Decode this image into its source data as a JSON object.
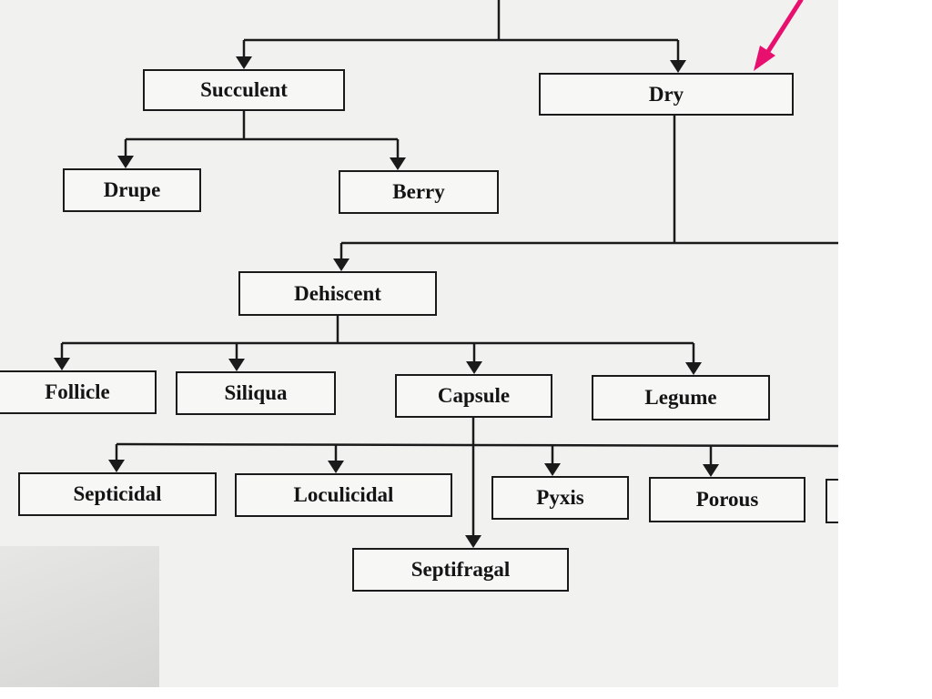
{
  "diagram": {
    "nodes": [
      {
        "id": "succulent",
        "label": "Succulent"
      },
      {
        "id": "dry",
        "label": "Dry"
      },
      {
        "id": "drupe",
        "label": "Drupe"
      },
      {
        "id": "berry",
        "label": "Berry"
      },
      {
        "id": "dehiscent",
        "label": "Dehiscent"
      },
      {
        "id": "follicle",
        "label": "Follicle"
      },
      {
        "id": "siliqua",
        "label": "Siliqua"
      },
      {
        "id": "capsule",
        "label": "Capsule"
      },
      {
        "id": "legume",
        "label": "Legume"
      },
      {
        "id": "septicidal",
        "label": "Septicidal"
      },
      {
        "id": "loculicidal",
        "label": "Loculicidal"
      },
      {
        "id": "pyxis",
        "label": "Pyxis"
      },
      {
        "id": "porous",
        "label": "Porous"
      },
      {
        "id": "septifragal",
        "label": "Septifragal"
      },
      {
        "id": "truncated",
        "label": ""
      }
    ],
    "edges": [
      {
        "from": "root",
        "to": "succulent"
      },
      {
        "from": "root",
        "to": "dry"
      },
      {
        "from": "succulent",
        "to": "drupe"
      },
      {
        "from": "succulent",
        "to": "berry"
      },
      {
        "from": "dry",
        "to": "dehiscent"
      },
      {
        "from": "dehiscent",
        "to": "follicle"
      },
      {
        "from": "dehiscent",
        "to": "siliqua"
      },
      {
        "from": "dehiscent",
        "to": "capsule"
      },
      {
        "from": "dehiscent",
        "to": "legume"
      },
      {
        "from": "capsule",
        "to": "septicidal"
      },
      {
        "from": "capsule",
        "to": "loculicidal"
      },
      {
        "from": "capsule",
        "to": "pyxis"
      },
      {
        "from": "capsule",
        "to": "porous"
      },
      {
        "from": "capsule",
        "to": "septifragal"
      }
    ]
  },
  "colors": {
    "ink": "#1a1a1a",
    "paper": "#f1f1ef",
    "annotation_arrow": "#e8106f"
  }
}
